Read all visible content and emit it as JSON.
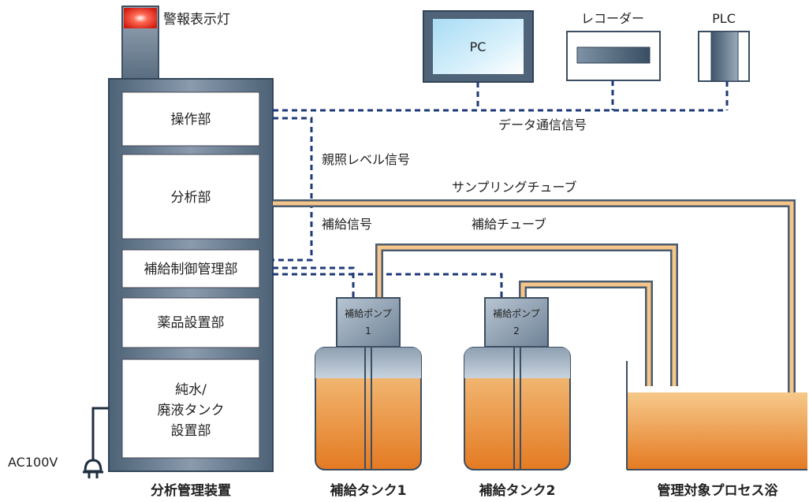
{
  "warning_lamp": {
    "label": "警報表示灯"
  },
  "devices": {
    "pc": {
      "label": "PC"
    },
    "recorder": {
      "label": "レコーダー"
    },
    "plc": {
      "label": "PLC"
    }
  },
  "analyzer": {
    "caption": "分析管理装置",
    "panels": {
      "operation": "操作部",
      "analysis": "分析部",
      "supply_control": "補給制御管理部",
      "reagent": "薬品設置部",
      "tank_line1": "純水/",
      "tank_line2": "廃液タンク",
      "tank_line3": "設置部"
    },
    "power": {
      "label": "AC100V"
    }
  },
  "signals": {
    "data_comm": "データ通信信号",
    "level_ref": "親照レベル信号",
    "supply_signal": "補給信号",
    "sampling_tube": "サンプリングチューブ",
    "supply_tube": "補給チューブ"
  },
  "pumps": [
    {
      "line1": "補給ポンプ",
      "line2": "1"
    },
    {
      "line1": "補給ポンプ",
      "line2": "2"
    }
  ],
  "tanks": [
    {
      "caption": "補給タンク1"
    },
    {
      "caption": "補給タンク2"
    }
  ],
  "bath": {
    "caption": "管理対象プロセス浴"
  },
  "colors": {
    "cabinet": "#6f8397",
    "liquid_top": "#f6c98a",
    "liquid_bottom": "#e47a22",
    "tube_outer": "#4a5c70",
    "tube_inner": "#f5c58a",
    "dash": "#1e3a78"
  }
}
